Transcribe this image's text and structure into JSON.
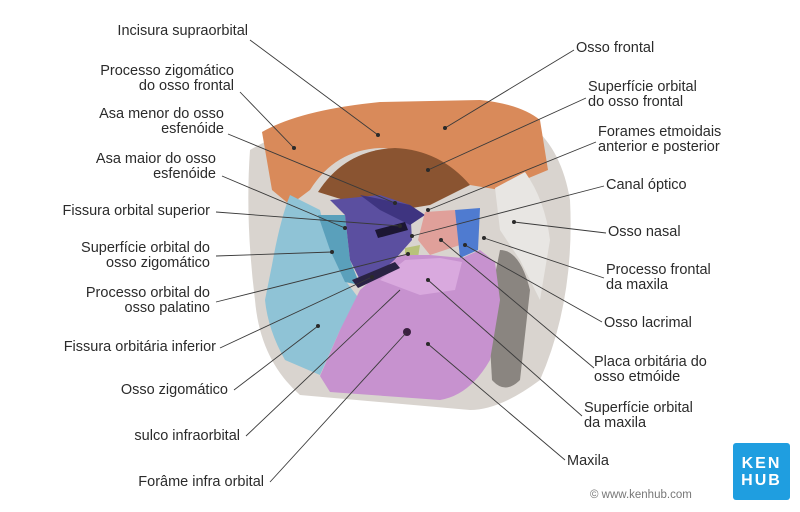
{
  "labels": {
    "incisura_supraorbital": [
      "Incisura supraorbital"
    ],
    "processo_zigomatico_frontal": [
      "Processo zigomático",
      "do osso frontal"
    ],
    "asa_menor": [
      "Asa menor do osso",
      "esfenóide"
    ],
    "asa_maior": [
      "Asa maior do osso",
      "esfenóide"
    ],
    "fissura_orbital_superior": [
      "Fissura orbital superior"
    ],
    "superficie_orbital_zigomatico": [
      "Superfície orbital do",
      "osso zigomático"
    ],
    "processo_orbital_palatino": [
      "Processo orbital do",
      "osso palatino"
    ],
    "fissura_orbitaria_inferior": [
      "Fissura orbitária inferior"
    ],
    "osso_zigomatico": [
      "Osso zigomático"
    ],
    "sulco_infraorbital": [
      "sulco infraorbital"
    ],
    "forame_infra_orbital": [
      "Forâme infra orbital"
    ],
    "osso_frontal": [
      "Osso frontal"
    ],
    "superficie_orbital_frontal": [
      "Superfície orbital",
      "do osso frontal"
    ],
    "forames_etmoidais": [
      "Forames etmoidais",
      "anterior e posterior"
    ],
    "canal_optico": [
      "Canal óptico"
    ],
    "osso_nasal": [
      "Osso nasal"
    ],
    "processo_frontal_maxila": [
      "Processo frontal",
      "da maxila"
    ],
    "osso_lacrimal": [
      "Osso lacrimal"
    ],
    "placa_orbitaria_etmoide": [
      "Placa orbitária do",
      "osso etmóide"
    ],
    "superficie_orbital_maxila": [
      "Superfície orbital",
      "da maxila"
    ],
    "maxila": [
      "Maxila"
    ]
  },
  "logo": {
    "line1": "KEN",
    "line2": "HUB"
  },
  "copyright": "© www.kenhub.com",
  "colors": {
    "frontal": "#d98a5a",
    "zygomatic": "#8fc3d6",
    "sphenoid": "#5b4fa0",
    "maxilla": "#c792cf",
    "ethmoid": "#e0a09a",
    "lacrimal": "#4f7bd0",
    "bone": "#cfcac4",
    "logo": "#1f9ee0"
  }
}
